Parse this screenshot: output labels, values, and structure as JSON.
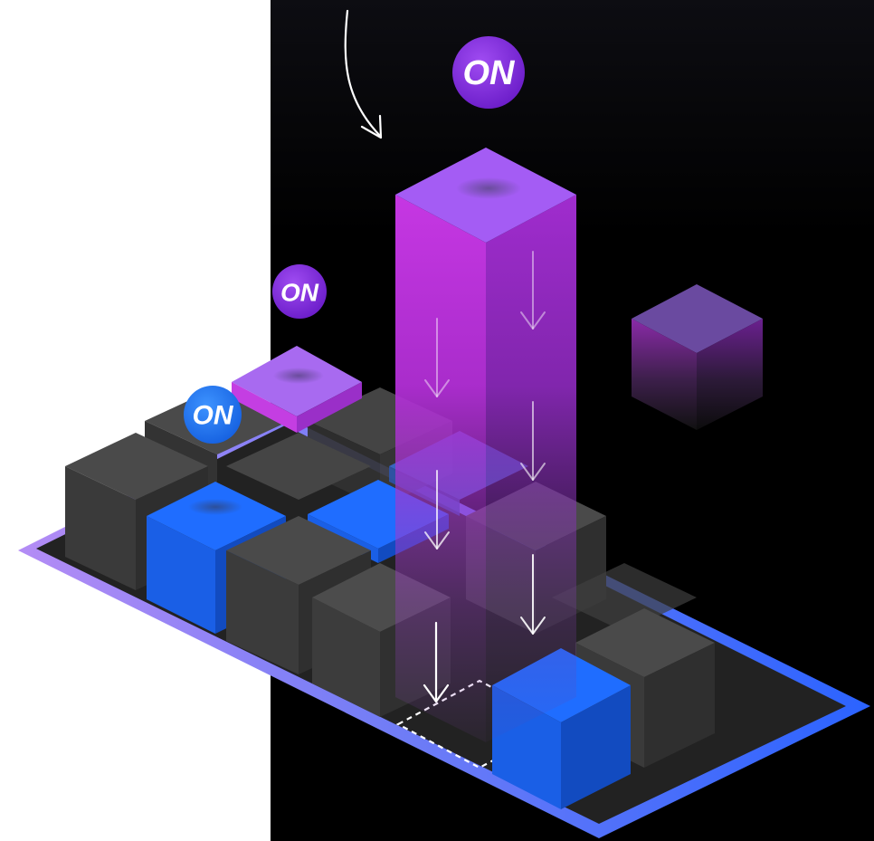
{
  "badges": {
    "top_tall_column": "ON",
    "small_purple_tile": "ON",
    "blue_tile": "ON"
  },
  "colors": {
    "purple": "#a35cf4",
    "purple_badge": "#8a2fe0",
    "blue": "#1c6bff",
    "blue_badge": "#2c7df0",
    "gray_cube": "#3d3d3d",
    "platform_border_left": "#a879f0",
    "platform_border_right": "#2f6cff"
  },
  "icons": [
    "curved-arrow-icon",
    "down-arrow-icon",
    "dashed-target-outline"
  ]
}
